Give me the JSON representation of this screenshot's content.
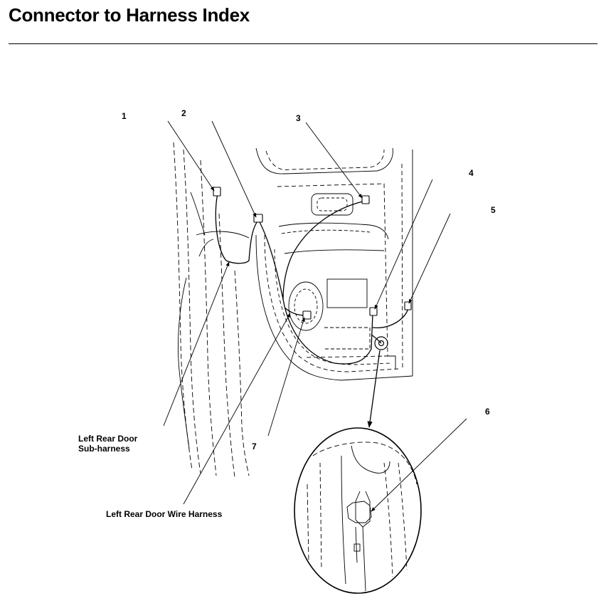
{
  "title": "Connector to Harness Index",
  "callouts": [
    "1",
    "2",
    "3",
    "4",
    "5",
    "6",
    "7"
  ],
  "labels": {
    "sub_harness_line1": "Left Rear Door",
    "sub_harness_line2": "Sub-harness",
    "wire_harness": "Left Rear Door Wire Harness"
  }
}
